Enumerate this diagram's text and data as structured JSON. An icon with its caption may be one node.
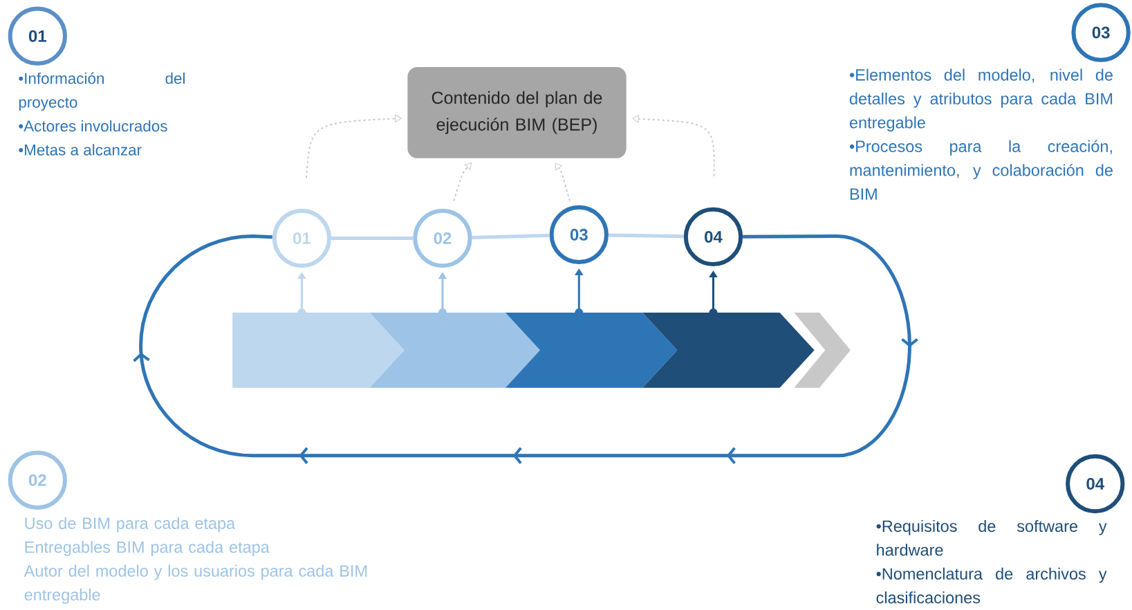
{
  "diagram": {
    "nodes": [
      {
        "text": [
          "01"
        ],
        "beside": [
          "•Información del proyecto",
          "•Actores involucrados",
          "•Metas a alcanzar"
        ]
      },
      {
        "text": [
          "Contenido del plan de ejecución BIM (BEP)"
        ]
      },
      {
        "text": [
          "03"
        ],
        "beside": [
          "•Elementos del modelo, nivel de detalles y atributos para cada BIM entregable",
          "•Procesos para la creación, mantenimiento, y colaboración de BIM"
        ]
      },
      {
        "text": [
          "01"
        ]
      },
      {
        "text": [
          "02"
        ]
      },
      {
        "text": [
          "03"
        ]
      },
      {
        "text": [
          "04"
        ]
      },
      {
        "text": [],
        "shape": "chevron"
      },
      {
        "text": [],
        "shape": "chevron"
      },
      {
        "text": [],
        "shape": "chevron"
      },
      {
        "text": [],
        "shape": "chevron"
      },
      {
        "text": [],
        "shape": "chevron"
      },
      {
        "text": [
          "02"
        ],
        "beside": [
          "Uso de BIM para cada etapa",
          "Entregables BIM para cada etapa",
          "Autor del modelo y los usuarios para cada BIM entregable"
        ]
      },
      {
        "text": [
          "04"
        ],
        "beside": [
          "•Requisitos de software y hardware",
          "•Nomenclatura de archivos y clasificaciones"
        ]
      }
    ],
    "edges": [
      {
        "from": 3,
        "to": 1,
        "arrow": "to",
        "style": "dashed",
        "color": "#c8c8c8"
      },
      {
        "from": 4,
        "to": 1,
        "arrow": "to",
        "style": "dashed",
        "color": "#c8c8c8"
      },
      {
        "from": 5,
        "to": 1,
        "arrow": "to",
        "style": "dashed",
        "color": "#c8c8c8"
      },
      {
        "from": 6,
        "to": 1,
        "arrow": "to",
        "style": "dashed",
        "color": "#c8c8c8"
      },
      {
        "from": 3,
        "to": 4,
        "arrow": "none"
      },
      {
        "from": 4,
        "to": 5,
        "arrow": "none"
      },
      {
        "from": 5,
        "to": 6,
        "arrow": "none"
      },
      {
        "from": 6,
        "to": 3,
        "arrow": "to",
        "color": "#2e75b6"
      },
      {
        "from": 7,
        "to": 3,
        "arrow": "to"
      },
      {
        "from": 8,
        "to": 4,
        "arrow": "to",
        "color": "#9dc3e6"
      },
      {
        "from": 9,
        "to": 5,
        "arrow": "to",
        "color": "#2e75b6"
      },
      {
        "from": 10,
        "to": 6,
        "arrow": "to",
        "color": "#1f4e79"
      }
    ]
  }
}
